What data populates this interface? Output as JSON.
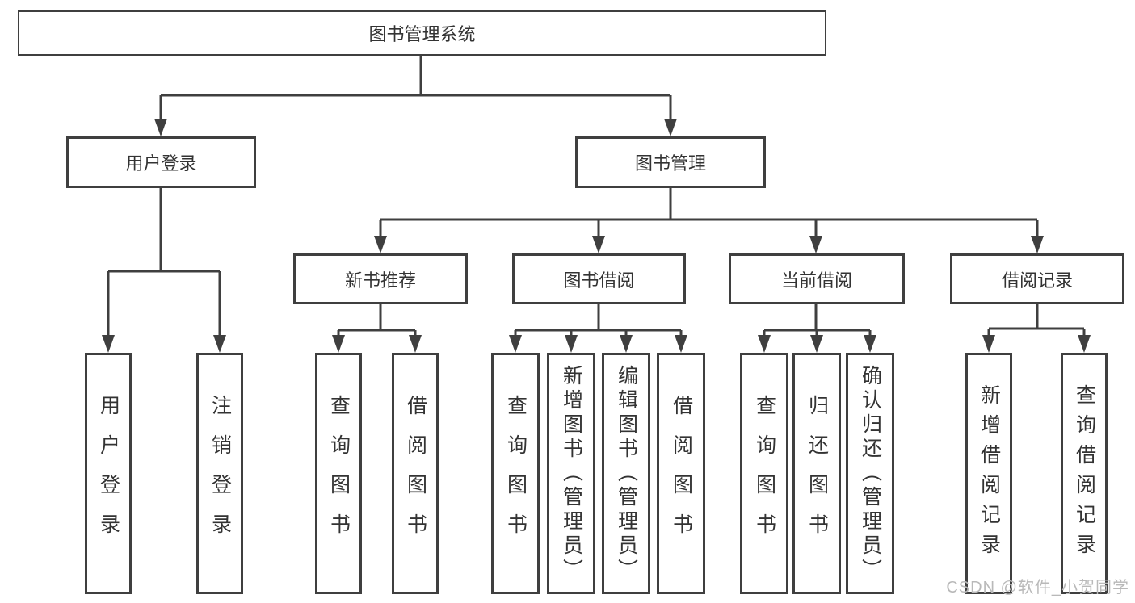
{
  "diagram": {
    "title": "图书管理系统",
    "nodes": {
      "root": {
        "label": "图书管理系统"
      },
      "user_login": {
        "label": "用户登录"
      },
      "book_mgmt": {
        "label": "图书管理"
      },
      "login": {
        "label": "用户登录"
      },
      "logout": {
        "label": "注销登录"
      },
      "new_book": {
        "label": "新书推荐"
      },
      "borrow": {
        "label": "图书借阅"
      },
      "current": {
        "label": "当前借阅"
      },
      "records": {
        "label": "借阅记录"
      },
      "nb_query": {
        "label": "查询图书"
      },
      "nb_borrow": {
        "label": "借阅图书"
      },
      "bw_query": {
        "label": "查询图书"
      },
      "bw_add": {
        "label": "新增图书（管理员）"
      },
      "bw_edit": {
        "label": "编辑图书（管理员）"
      },
      "bw_borrow": {
        "label": "借阅图书"
      },
      "cu_query": {
        "label": "查询图书"
      },
      "cu_return": {
        "label": "归还图书"
      },
      "cu_confirm": {
        "label": "确认归还（管理员）"
      },
      "rc_add": {
        "label": "新增借阅记录"
      },
      "rc_query": {
        "label": "查询借阅记录"
      }
    },
    "edges": [
      [
        "root",
        "user_login"
      ],
      [
        "root",
        "book_mgmt"
      ],
      [
        "user_login",
        "login"
      ],
      [
        "user_login",
        "logout"
      ],
      [
        "book_mgmt",
        "new_book"
      ],
      [
        "book_mgmt",
        "borrow"
      ],
      [
        "book_mgmt",
        "current"
      ],
      [
        "book_mgmt",
        "records"
      ],
      [
        "new_book",
        "nb_query"
      ],
      [
        "new_book",
        "nb_borrow"
      ],
      [
        "borrow",
        "bw_query"
      ],
      [
        "borrow",
        "bw_add"
      ],
      [
        "borrow",
        "bw_edit"
      ],
      [
        "borrow",
        "bw_borrow"
      ],
      [
        "current",
        "cu_query"
      ],
      [
        "current",
        "cu_return"
      ],
      [
        "current",
        "cu_confirm"
      ],
      [
        "records",
        "rc_add"
      ],
      [
        "records",
        "rc_query"
      ]
    ],
    "watermark": "CSDN @软件_小贺同学",
    "colors": {
      "line": "#3f3f3f",
      "box_border": "#3f3f3f",
      "box_fill": "#ffffff",
      "text": "#333333",
      "watermark": "#b9b9b9"
    }
  }
}
